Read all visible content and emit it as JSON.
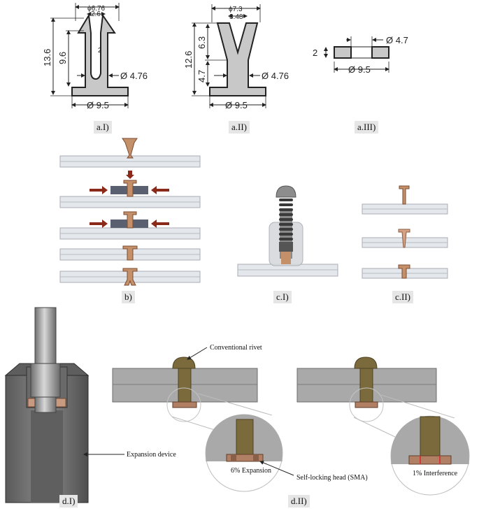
{
  "panel_labels": {
    "aI": "a.I)",
    "aII": "a.II)",
    "aIII": "a.III)",
    "b": "b)",
    "cI": "c.I)",
    "cII": "c.II)",
    "dI": "d.I)",
    "dII": "d.II)"
  },
  "dims_aI": {
    "top_dia": "ϕ6.76",
    "slot": "2.6",
    "height": "13.6",
    "leg": "9.6",
    "wall": "2",
    "shank": "Ø 4.76",
    "base": "Ø 9.5"
  },
  "dims_aII": {
    "top_dia": "ϕ7.3",
    "slot": "3.48",
    "height": "12.6",
    "upper": "6.3",
    "lower": "4.7",
    "shank": "Ø 4.76",
    "base": "Ø 9.5"
  },
  "dims_aIII": {
    "thickness": "2",
    "inner": "Ø 4.7",
    "outer": "Ø 9.5"
  },
  "annotations": {
    "conventional_rivet": "Conventional rivet",
    "expansion_device": "Expansion device",
    "expansion_pct": "6% Expansion",
    "self_locking": "Self-locking head (SMA)",
    "interference": "1% Interference"
  },
  "colors": {
    "part_gray": "#c8c8c8",
    "copper": "#c9926f",
    "arrow_red": "#8b2a1a",
    "rivet_olive": "#7b6a3c",
    "plate_gray": "#a9a9a9"
  }
}
